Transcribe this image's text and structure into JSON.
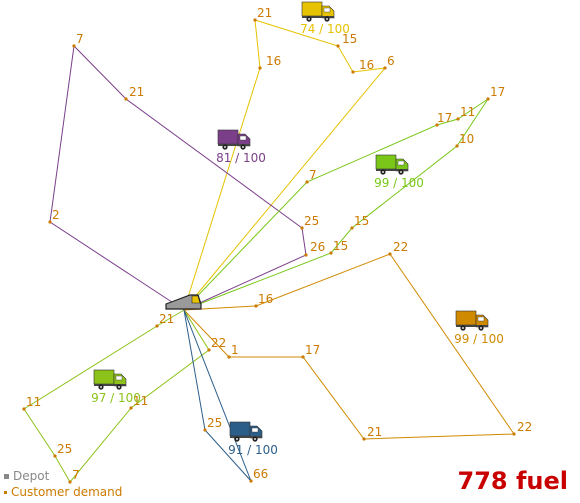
{
  "legend": {
    "depot_label": "Depot",
    "customer_label": "Customer demand",
    "depot_color": "#888888",
    "customer_color": "#cc7a00"
  },
  "fuel_text": "778 fuel",
  "colors": {
    "demand_label": "#cc7a00",
    "fuel": "#c80000"
  },
  "depot": {
    "icon": "depot-truck-icon"
  },
  "routes": [
    {
      "id": "yellow",
      "color": "#e6c200",
      "load_label": "74 / 100",
      "customers": [
        {
          "demand": "16"
        },
        {
          "demand": "21"
        },
        {
          "demand": "15"
        },
        {
          "demand": "16"
        },
        {
          "demand": "6"
        }
      ]
    },
    {
      "id": "purple",
      "color": "#7b3f8a",
      "load_label": "81 / 100",
      "customers": [
        {
          "demand": "26"
        },
        {
          "demand": "25"
        },
        {
          "demand": "21"
        },
        {
          "demand": "7"
        },
        {
          "demand": "2"
        }
      ]
    },
    {
      "id": "green",
      "color": "#7ac71a",
      "load_label": "99 / 100",
      "customers": [
        {
          "demand": "7"
        },
        {
          "demand": "17"
        },
        {
          "demand": "11"
        },
        {
          "demand": "17"
        },
        {
          "demand": "10"
        },
        {
          "demand": "15"
        },
        {
          "demand": "15"
        }
      ]
    },
    {
      "id": "orange",
      "color": "#d08a00",
      "load_label": "99 / 100",
      "customers": [
        {
          "demand": "16"
        },
        {
          "demand": "22"
        },
        {
          "demand": "22"
        },
        {
          "demand": "21"
        },
        {
          "demand": "17"
        },
        {
          "demand": "1"
        }
      ]
    },
    {
      "id": "green2",
      "color": "#8cc21a",
      "load_label": "97 / 100",
      "customers": [
        {
          "demand": "21"
        },
        {
          "demand": "11"
        },
        {
          "demand": "25"
        },
        {
          "demand": "7"
        },
        {
          "demand": "11"
        },
        {
          "demand": "22"
        }
      ]
    },
    {
      "id": "blue",
      "color": "#2c5e8a",
      "load_label": "91 / 100",
      "customers": [
        {
          "demand": "25"
        },
        {
          "demand": "66"
        }
      ]
    }
  ]
}
